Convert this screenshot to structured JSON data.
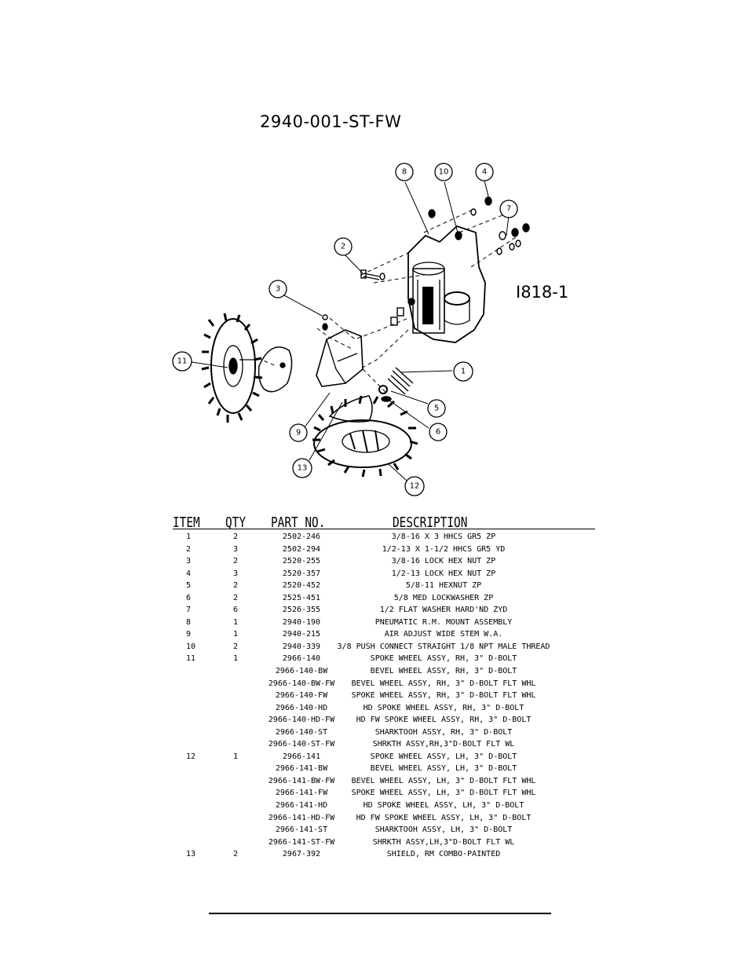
{
  "assembly_number": "2940-001-ST-FW",
  "drawing_number": "I818-1",
  "callouts": [
    "1",
    "2",
    "3",
    "4",
    "5",
    "6",
    "7",
    "8",
    "9",
    "10",
    "11",
    "12",
    "13"
  ],
  "table": {
    "headers": {
      "item": "ITEM",
      "qty": "QTY",
      "part_no": "PART NO.",
      "description": "DESCRIPTION"
    },
    "rows": [
      {
        "item": "1",
        "qty": "2",
        "part_no": "2502-246",
        "description": "3/8-16 X 3 HHCS GR5 ZP"
      },
      {
        "item": "2",
        "qty": "3",
        "part_no": "2502-294",
        "description": "1/2-13 X 1-1/2 HHCS GR5 YD"
      },
      {
        "item": "3",
        "qty": "2",
        "part_no": "2520-255",
        "description": "3/8-16 LOCK HEX NUT ZP"
      },
      {
        "item": "4",
        "qty": "3",
        "part_no": "2520-357",
        "description": "1/2-13 LOCK HEX NUT ZP"
      },
      {
        "item": "5",
        "qty": "2",
        "part_no": "2520-452",
        "description": "5/8-11 HEXNUT ZP"
      },
      {
        "item": "6",
        "qty": "2",
        "part_no": "2525-451",
        "description": "5/8 MED LOCKWASHER ZP"
      },
      {
        "item": "7",
        "qty": "6",
        "part_no": "2526-355",
        "description": "1/2 FLAT WASHER HARD'ND ZYD"
      },
      {
        "item": "8",
        "qty": "1",
        "part_no": "2940-190",
        "description": "PNEUMATIC R.M. MOUNT ASSEMBLY"
      },
      {
        "item": "9",
        "qty": "1",
        "part_no": "2940-215",
        "description": "AIR ADJUST WIDE STEM W.A."
      },
      {
        "item": "10",
        "qty": "2",
        "part_no": "2940-339",
        "description": "3/8 PUSH CONNECT STRAIGHT 1/8 NPT MALE THREAD"
      },
      {
        "item": "11",
        "qty": "1",
        "part_no": "2966-140",
        "description": "SPOKE WHEEL ASSY, RH, 3\" D-BOLT"
      },
      {
        "item": "",
        "qty": "",
        "part_no": "2966-140-BW",
        "description": "BEVEL WHEEL ASSY, RH, 3\" D-BOLT"
      },
      {
        "item": "",
        "qty": "",
        "part_no": "2966-140-BW-FW",
        "description": "BEVEL WHEEL ASSY, RH, 3\" D-BOLT FLT WHL"
      },
      {
        "item": "",
        "qty": "",
        "part_no": "2966-140-FW",
        "description": "SPOKE WHEEL ASSY, RH, 3\" D-BOLT FLT WHL"
      },
      {
        "item": "",
        "qty": "",
        "part_no": "2966-140-HD",
        "description": "HD SPOKE WHEEL ASSY, RH, 3\" D-BOLT"
      },
      {
        "item": "",
        "qty": "",
        "part_no": "2966-140-HD-FW",
        "description": "HD FW SPOKE WHEEL ASSY, RH, 3\" D-BOLT"
      },
      {
        "item": "",
        "qty": "",
        "part_no": "2966-140-ST",
        "description": "SHARKTOOH ASSY, RH, 3\" D-BOLT"
      },
      {
        "item": "",
        "qty": "",
        "part_no": "2966-140-ST-FW",
        "description": "SHRKTH ASSY,RH,3\"D-BOLT FLT WL"
      },
      {
        "item": "12",
        "qty": "1",
        "part_no": "2966-141",
        "description": "SPOKE WHEEL ASSY, LH, 3\" D-BOLT"
      },
      {
        "item": "",
        "qty": "",
        "part_no": "2966-141-BW",
        "description": "BEVEL WHEEL ASSY, LH, 3\" D-BOLT"
      },
      {
        "item": "",
        "qty": "",
        "part_no": "2966-141-BW-FW",
        "description": "BEVEL WHEEL ASSY, LH, 3\" D-BOLT FLT WHL"
      },
      {
        "item": "",
        "qty": "",
        "part_no": "2966-141-FW",
        "description": "SPOKE WHEEL ASSY, LH, 3\" D-BOLT FLT WHL"
      },
      {
        "item": "",
        "qty": "",
        "part_no": "2966-141-HD",
        "description": "HD SPOKE WHEEL ASSY, LH, 3\" D-BOLT"
      },
      {
        "item": "",
        "qty": "",
        "part_no": "2966-141-HD-FW",
        "description": "HD FW SPOKE WHEEL ASSY, LH, 3\" D-BOLT"
      },
      {
        "item": "",
        "qty": "",
        "part_no": "2966-141-ST",
        "description": "SHARKTOOH ASSY, LH, 3\" D-BOLT"
      },
      {
        "item": "",
        "qty": "",
        "part_no": "2966-141-ST-FW",
        "description": "SHRKTH ASSY,LH,3\"D-BOLT FLT WL"
      },
      {
        "item": "13",
        "qty": "2",
        "part_no": "2967-392",
        "description": "SHIELD, RM COMBO-PAINTED"
      }
    ]
  }
}
